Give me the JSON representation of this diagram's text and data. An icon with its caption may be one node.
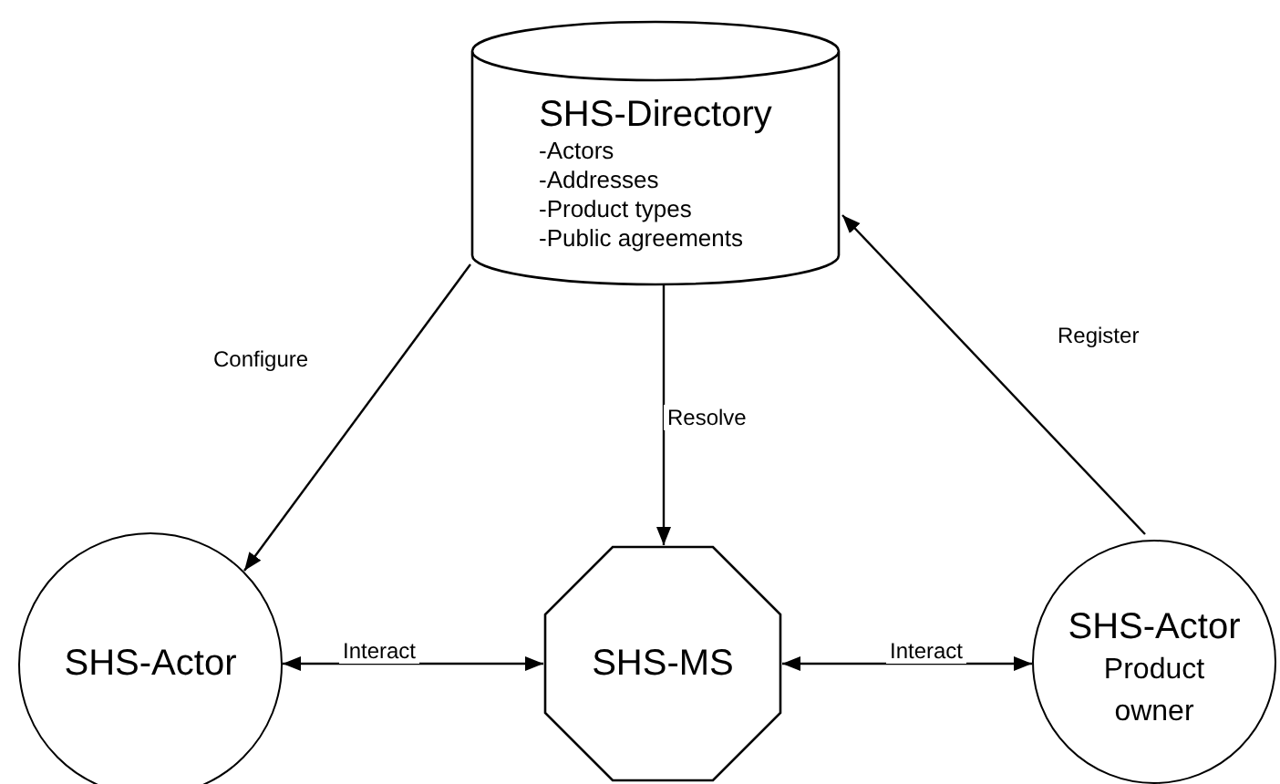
{
  "diagram": {
    "nodes": [
      {
        "text": [
          "SHS-Directory",
          "-Actors",
          "-Addresses",
          "-Product types",
          "-Public agreements"
        ]
      },
      {
        "text": [
          "SHS-Actor"
        ]
      },
      {
        "text": [
          "SHS-MS"
        ]
      },
      {
        "text": [
          "SHS-Actor",
          "Product owner"
        ]
      }
    ],
    "edges": [
      {
        "from": 0,
        "to": 1,
        "arrow": "to",
        "label": "Configure"
      },
      {
        "from": 0,
        "to": 2,
        "arrow": "to",
        "label": "Resolve"
      },
      {
        "from": 3,
        "to": 0,
        "arrow": "to",
        "label": "Register"
      },
      {
        "from": 1,
        "to": 2,
        "arrow": "both",
        "label": "Interact"
      },
      {
        "from": 2,
        "to": 3,
        "arrow": "both",
        "label": "Interact"
      }
    ]
  }
}
